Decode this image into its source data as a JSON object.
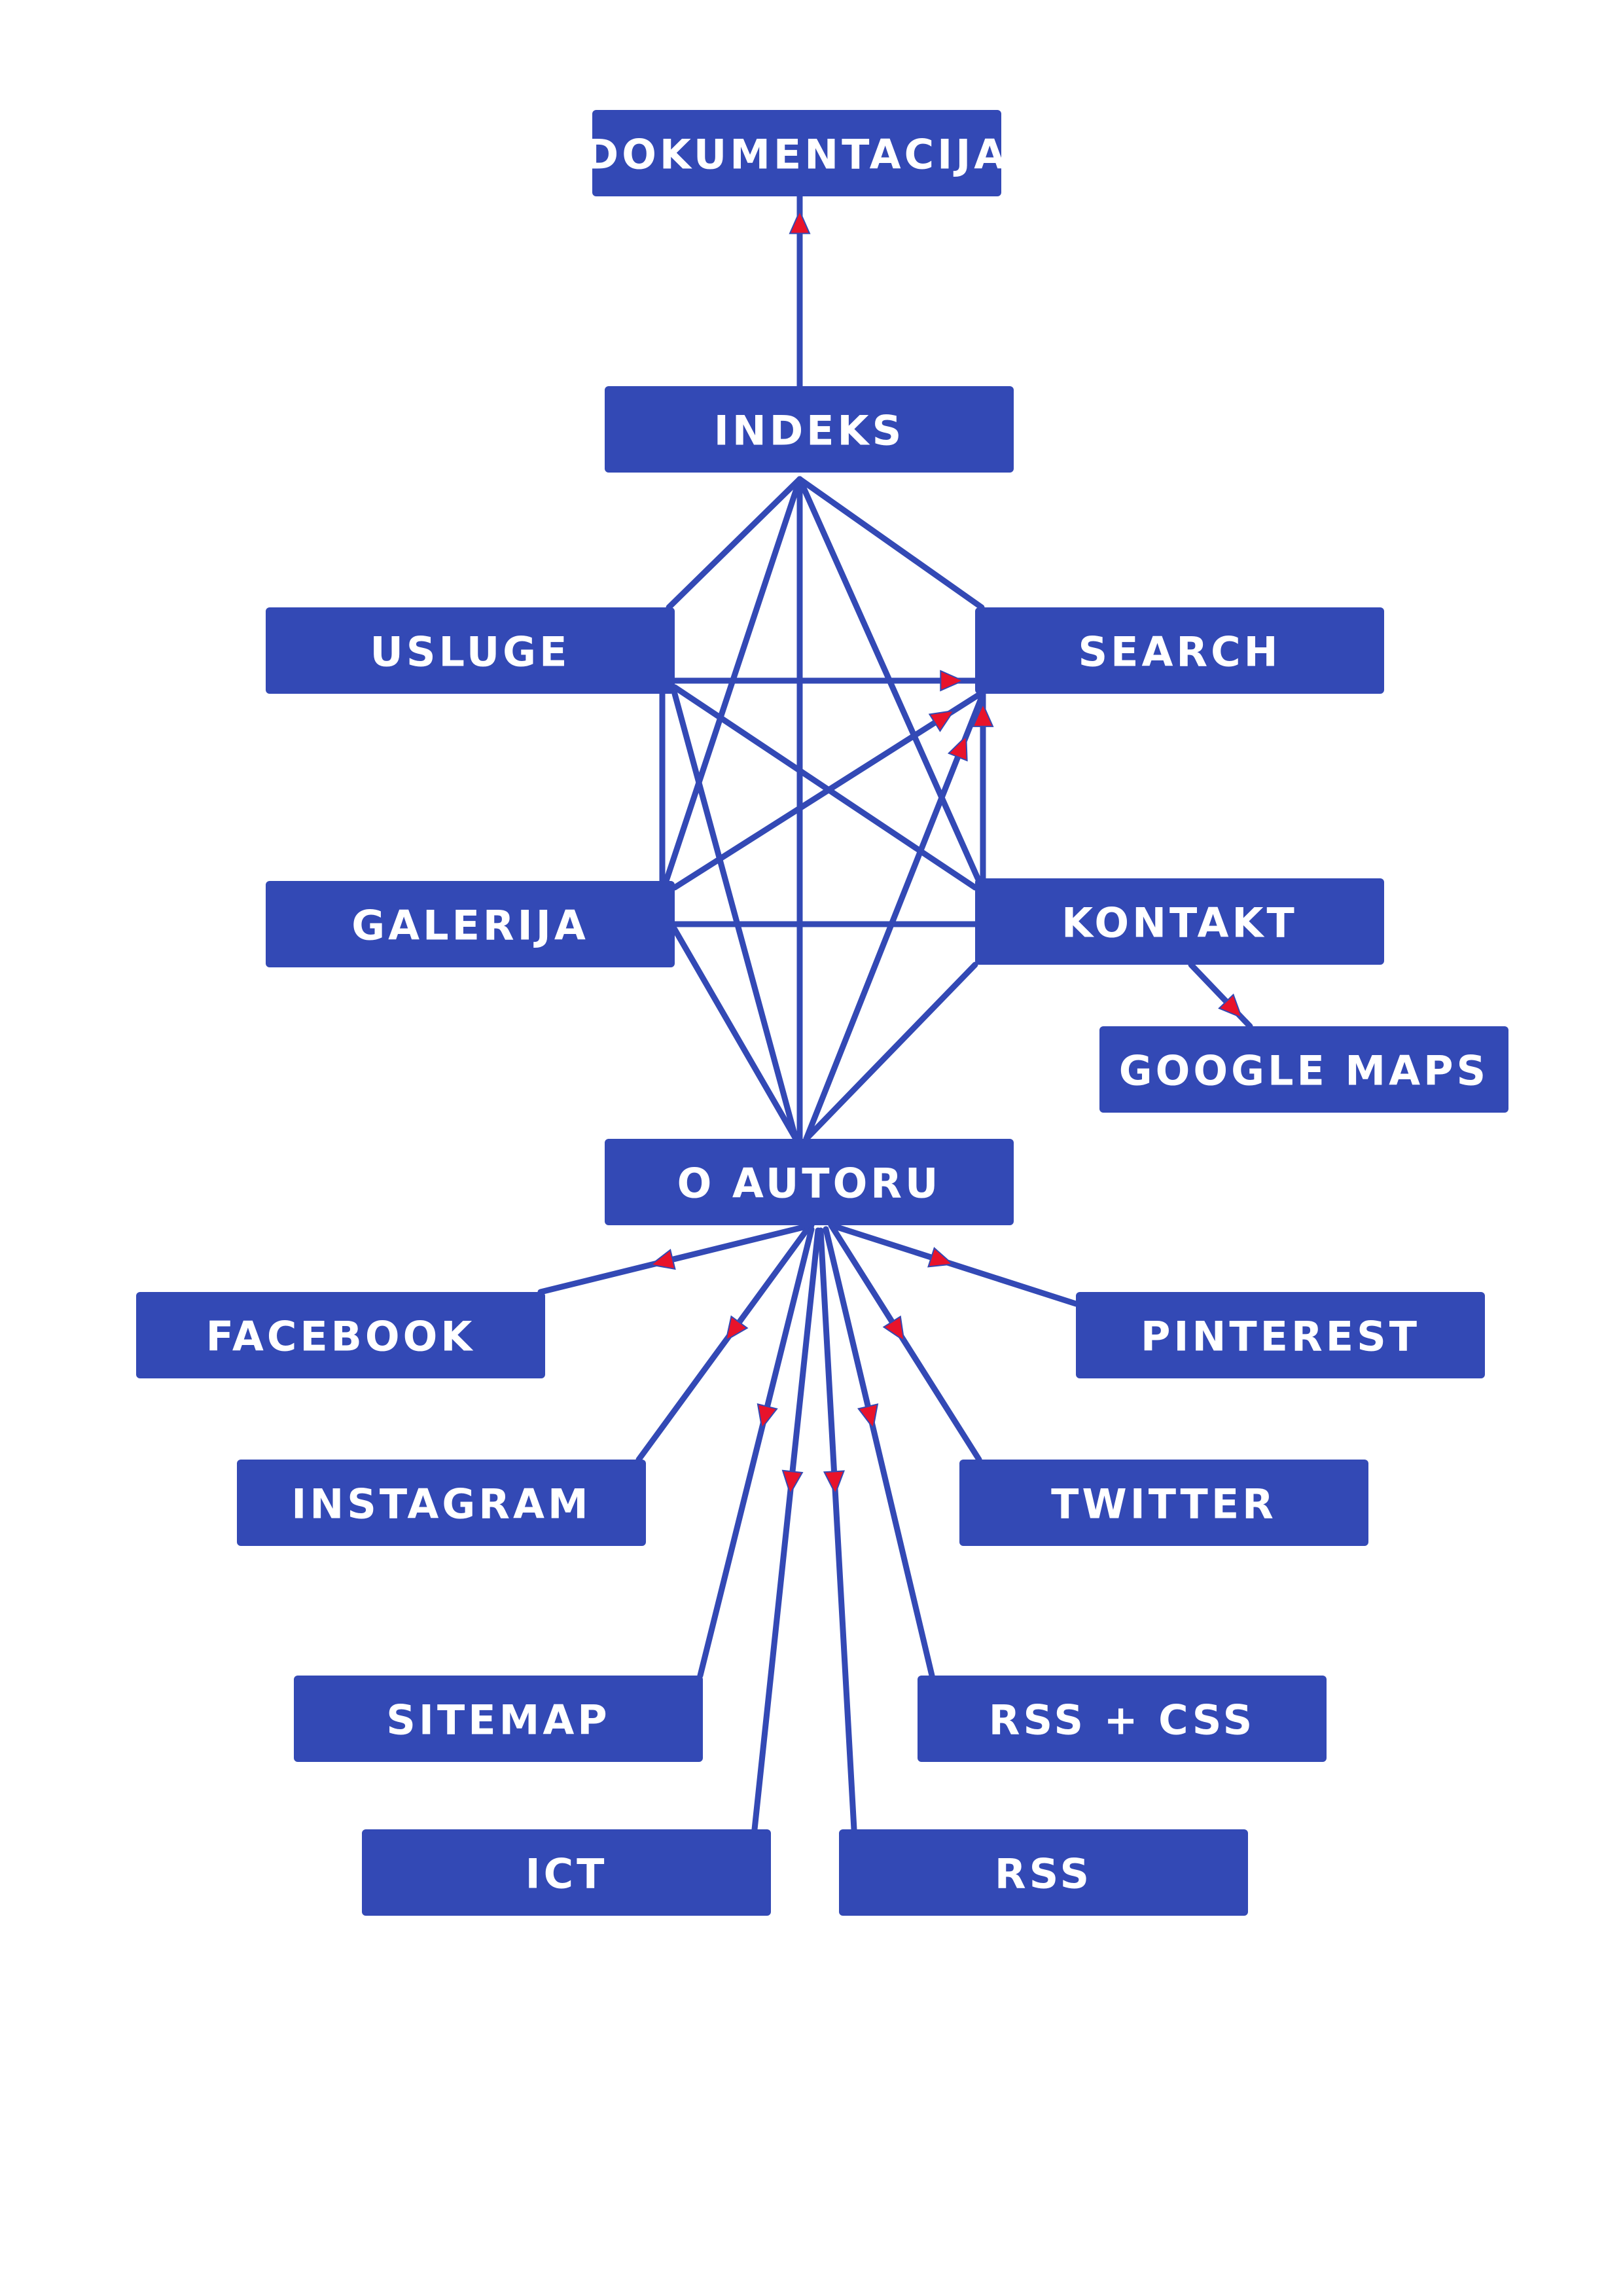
{
  "diagram": {
    "colors": {
      "node_fill": "#3349b5",
      "node_text": "#ffffff",
      "edge": "#3349b5",
      "arrow": "#e8132b",
      "background": "#ffffff"
    },
    "nodes": {
      "dokumentacija": "DOKUMENTACIJA",
      "indeks": "INDEKS",
      "usluge": "USLUGE",
      "search": "SEARCH",
      "galerija": "GALERIJA",
      "kontakt": "KONTAKT",
      "google_maps": "GOOGLE MAPS",
      "o_autoru": "O AUTORU",
      "facebook": "FACEBOOK",
      "pinterest": "PINTEREST",
      "instagram": "INSTAGRAM",
      "twitter": "TWITTER",
      "sitemap": "SITEMAP",
      "rss_css": "RSS + CSS",
      "ict": "ICT",
      "rss": "RSS"
    },
    "edges": [
      {
        "from": "indeks",
        "to": "dokumentacija",
        "arrow": true
      },
      {
        "from": "indeks",
        "to": "usluge",
        "arrow": false
      },
      {
        "from": "indeks",
        "to": "search",
        "arrow": false
      },
      {
        "from": "indeks",
        "to": "galerija",
        "arrow": false
      },
      {
        "from": "indeks",
        "to": "kontakt",
        "arrow": false
      },
      {
        "from": "indeks",
        "to": "o_autoru",
        "arrow": false
      },
      {
        "from": "usluge",
        "to": "search",
        "arrow": true
      },
      {
        "from": "usluge",
        "to": "galerija",
        "arrow": false
      },
      {
        "from": "usluge",
        "to": "kontakt",
        "arrow": false
      },
      {
        "from": "usluge",
        "to": "o_autoru",
        "arrow": false
      },
      {
        "from": "galerija",
        "to": "search",
        "arrow": true
      },
      {
        "from": "galerija",
        "to": "kontakt",
        "arrow": false
      },
      {
        "from": "galerija",
        "to": "o_autoru",
        "arrow": false
      },
      {
        "from": "o_autoru",
        "to": "search",
        "arrow": true
      },
      {
        "from": "kontakt",
        "to": "search",
        "arrow": true
      },
      {
        "from": "kontakt",
        "to": "o_autoru",
        "arrow": false
      },
      {
        "from": "kontakt",
        "to": "google_maps",
        "arrow": true
      },
      {
        "from": "o_autoru",
        "to": "facebook",
        "arrow": true
      },
      {
        "from": "o_autoru",
        "to": "pinterest",
        "arrow": true
      },
      {
        "from": "o_autoru",
        "to": "instagram",
        "arrow": true
      },
      {
        "from": "o_autoru",
        "to": "twitter",
        "arrow": true
      },
      {
        "from": "o_autoru",
        "to": "sitemap",
        "arrow": true
      },
      {
        "from": "o_autoru",
        "to": "rss_css",
        "arrow": true
      },
      {
        "from": "o_autoru",
        "to": "ict",
        "arrow": true
      },
      {
        "from": "o_autoru",
        "to": "rss",
        "arrow": true
      }
    ]
  }
}
